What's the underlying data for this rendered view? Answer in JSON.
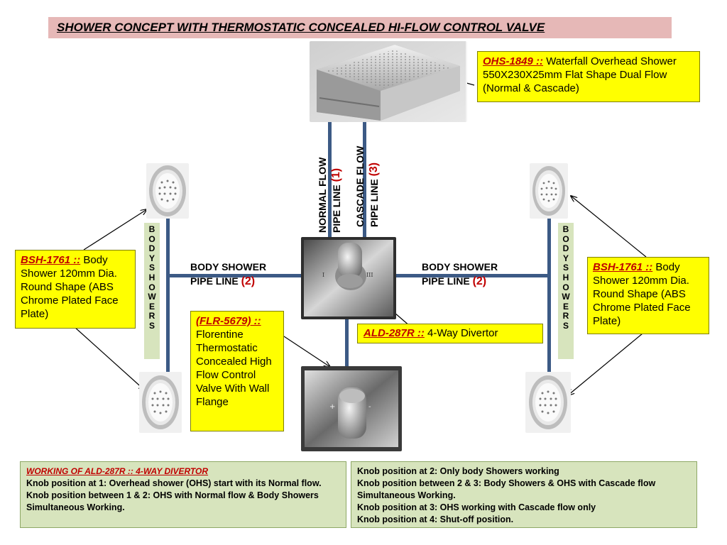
{
  "title": "SHOWER CONCEPT WITH THERMOSTATIC CONCEALED HI-FLOW CONTROL VALVE",
  "overhead": {
    "code": "OHS-1849  ::",
    "text": "Waterfall Overhead Shower 550X230X25mm Flat Shape Dual Flow (Normal & Cascade)"
  },
  "body_shower_left": {
    "code": "BSH-1761 ::",
    "text": "Body Shower 120mm Dia. Round Shape (ABS Chrome Plated Face Plate)"
  },
  "body_shower_right": {
    "code": "BSH-1761 ::",
    "text": "Body Shower 120mm Dia. Round Shape (ABS Chrome Plated Face Plate)"
  },
  "valve": {
    "code": "(FLR-5679) ::",
    "text": "Florentine Thermostatic Concealed High Flow Control Valve With Wall Flange"
  },
  "divertor": {
    "code": "ALD-287R  ::",
    "text": "4-Way Divertor"
  },
  "side_label": "BODYSHOWERS",
  "pipe_left": {
    "line1": "BODY SHOWER",
    "line2": "PIPE LINE",
    "num": "(2)"
  },
  "pipe_right": {
    "line1": "BODY SHOWER",
    "line2": "PIPE LINE",
    "num": "(2)"
  },
  "normal_flow": {
    "line1": "NORMAL FLOW",
    "line2": "PIPE  LINE",
    "num": "(1)"
  },
  "cascade_flow": {
    "line1": "CASCADE FLOW",
    "line2": "PIPE LINE",
    "num": "(3)"
  },
  "working_left": {
    "heading": "WORKING OF ALD-287R :: 4-WAY DIVERTOR",
    "lines": [
      "Knob position at 1: Overhead shower (OHS) start with its Normal flow.",
      "Knob position between 1 & 2: OHS with Normal flow & Body Showers Simultaneous Working."
    ]
  },
  "working_right": {
    "lines": [
      "Knob position at 2: Only body Showers working",
      "Knob position between 2 & 3: Body Showers & OHS with Cascade flow  Simultaneous Working.",
      "Knob position at 3: OHS working with Cascade  flow only",
      "Knob position at 4: Shut-off position."
    ]
  },
  "colors": {
    "pipe": "#3c5a85",
    "callout": "#ffff00",
    "title_bg": "#e6b8b7",
    "note_bg": "#d7e4bd",
    "code_red": "#c00000"
  }
}
